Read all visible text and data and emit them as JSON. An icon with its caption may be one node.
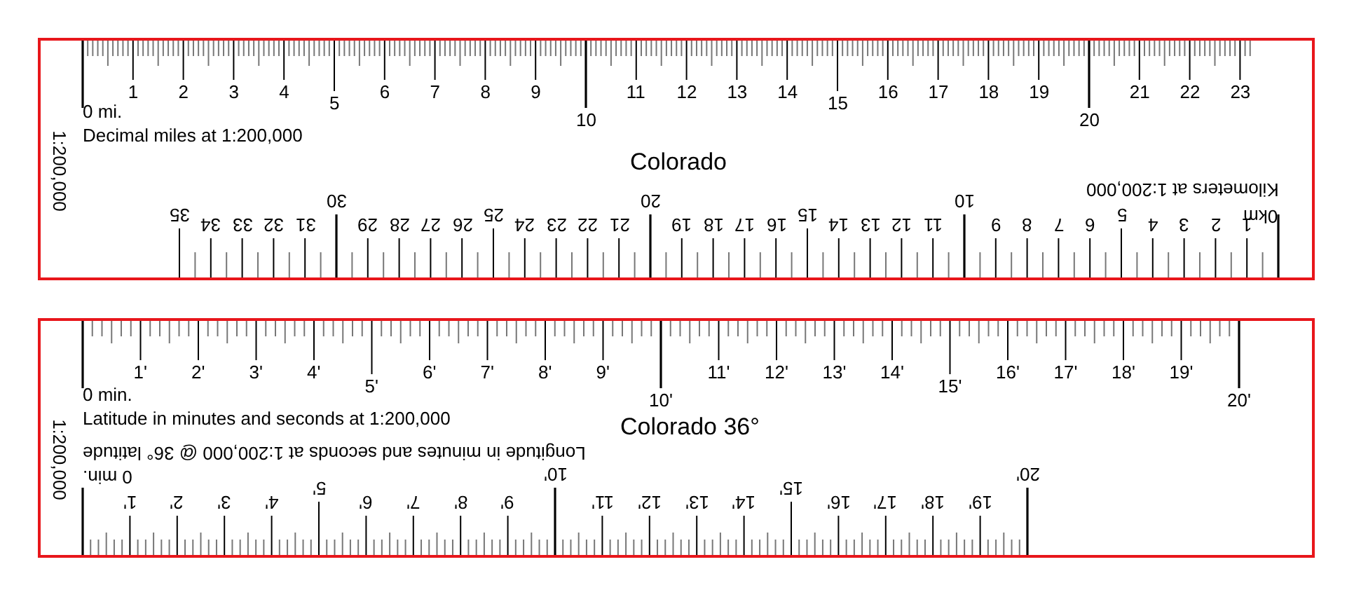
{
  "diagram": {
    "nodes": [
      {
        "text": [
          "1:200,000",
          "0 mi.",
          "Decimal miles at 1:200,000",
          "Colorado",
          "Kilometers at 1:200,000",
          "0km"
        ]
      },
      {
        "text": [
          "1:200,000",
          "0 min.",
          "Latitude in minutes and seconds at 1:200,000",
          "Colorado 36°",
          "Longitude in minutes and seconds at 1:200,000 @ 36° latitude",
          "0 min."
        ]
      }
    ],
    "edges": [],
    "labels": [
      "1",
      "2",
      "3",
      "4",
      "5",
      "6",
      "7",
      "8",
      "9",
      "10",
      "11",
      "12",
      "13",
      "14",
      "15",
      "16",
      "17",
      "18",
      "19",
      "20",
      "21",
      "22",
      "23",
      "1",
      "2",
      "3",
      "4",
      "5",
      "6",
      "7",
      "8",
      "9",
      "10",
      "11",
      "12",
      "13",
      "14",
      "15",
      "16",
      "17",
      "18",
      "19",
      "20",
      "21",
      "22",
      "23",
      "24",
      "25",
      "26",
      "27",
      "28",
      "29",
      "30",
      "31",
      "32",
      "33",
      "34",
      "35",
      "1'",
      "2'",
      "3'",
      "4'",
      "5'",
      "6'",
      "7'",
      "8'",
      "9'",
      "10'",
      "11'",
      "12'",
      "13'",
      "14'",
      "15'",
      "16'",
      "17'",
      "18'",
      "19'",
      "20'",
      "1'",
      "2'",
      "3'",
      "4'",
      "5'",
      "6'",
      "7'",
      "8'",
      "9'",
      "10'",
      "11'",
      "12'",
      "13'",
      "14'",
      "15'",
      "16'",
      "17'",
      "18'",
      "19'",
      "20'"
    ]
  }
}
